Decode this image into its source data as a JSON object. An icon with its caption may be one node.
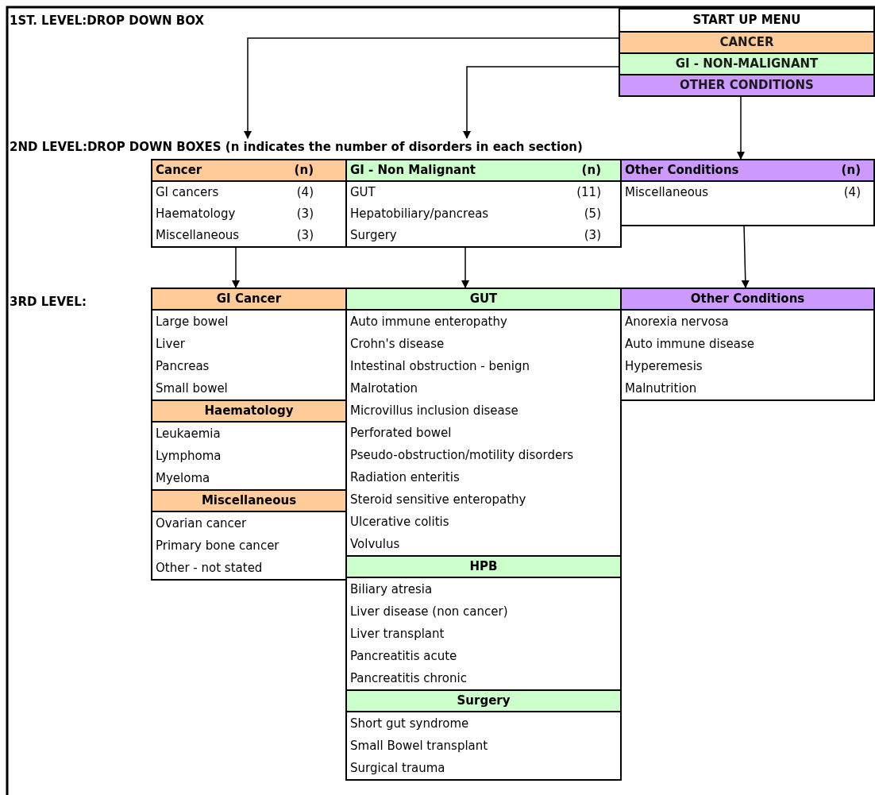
{
  "diagram": {
    "nodes": [
      {
        "text": [
          "START UP MENU"
        ]
      },
      {
        "text": [
          "CANCER"
        ],
        "in": 0
      },
      {
        "text": [
          "GI - NON-MALIGNANT"
        ],
        "in": 0
      },
      {
        "text": [
          "OTHER CONDITIONS"
        ],
        "in": 0
      },
      {
        "text": [
          "2ND LEVEL:DROP DOWN BOXES (n indicates the number of disorders in each section)"
        ]
      },
      {
        "text": [
          "Cancer",
          "(n)",
          "GI cancers",
          "(4)",
          "Haematology",
          "(3)",
          "Miscellaneous",
          "(3)"
        ]
      },
      {
        "text": [
          "GI - Non Malignant",
          "(n)",
          "GUT",
          "(11)",
          "Hepatobiliary/pancreas",
          "(5)",
          "Surgery",
          "(3)"
        ]
      },
      {
        "text": [
          "Other Conditions",
          "(n)",
          "Miscellaneous",
          "(4)"
        ]
      },
      {
        "text": [
          "GI Cancer",
          "Large bowel",
          "Liver",
          "Pancreas",
          "Small bowel"
        ]
      },
      {
        "text": [
          "Haematology",
          "Leukaemia",
          "Lymphoma",
          "Myeloma"
        ]
      },
      {
        "text": [
          "Miscellaneous",
          "Ovarian cancer",
          "Primary bone cancer",
          "Other - not stated"
        ]
      },
      {
        "text": [
          "GUT",
          "Auto immune enteropathy",
          "Crohn's disease",
          "Intestinal obstruction - benign",
          "Malrotation",
          "Microvillus inclusion disease",
          "Perforated bowel",
          "Pseudo-obstruction/motility disorders",
          "Radiation enteritis",
          "Steroid sensitive enteropathy",
          "Ulcerative colitis",
          "Volvulus"
        ]
      },
      {
        "text": [
          "HPB",
          "Biliary atresia",
          "Liver disease (non cancer)",
          "Liver transplant",
          "Pancreatitis acute",
          "Pancreatitis chronic"
        ]
      },
      {
        "text": [
          "Surgery",
          "Short gut syndrome",
          "Small Bowel transplant",
          "Surgical trauma"
        ]
      },
      {
        "text": [
          "Other Conditions",
          "Anorexia nervosa",
          "Auto immune disease",
          "Hyperemesis",
          "Malnutrition"
        ]
      }
    ],
    "edges": [
      {
        "from": 1,
        "to": 4,
        "arrow": "to"
      },
      {
        "from": 2,
        "to": 4,
        "arrow": "to"
      },
      {
        "from": 3,
        "to": 7,
        "arrow": "to"
      },
      {
        "from": 5,
        "to": 8,
        "arrow": "to"
      },
      {
        "from": 6,
        "to": 11,
        "arrow": "to"
      },
      {
        "from": 7,
        "to": 14,
        "arrow": "to"
      }
    ],
    "labels": [
      "1ST. LEVEL:DROP DOWN BOX",
      "3RD LEVEL:"
    ]
  }
}
